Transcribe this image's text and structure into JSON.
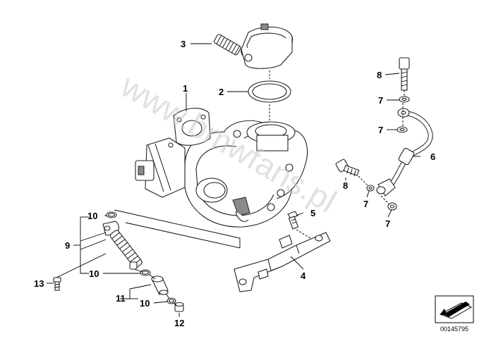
{
  "diagram": {
    "callouts": [
      "1",
      "2",
      "3",
      "4",
      "5",
      "6",
      "7",
      "8",
      "9",
      "10",
      "11",
      "12",
      "13"
    ],
    "watermark": "www.bmwfans.pl",
    "document_number": "00145795",
    "icon": "arrow-logo-icon"
  }
}
